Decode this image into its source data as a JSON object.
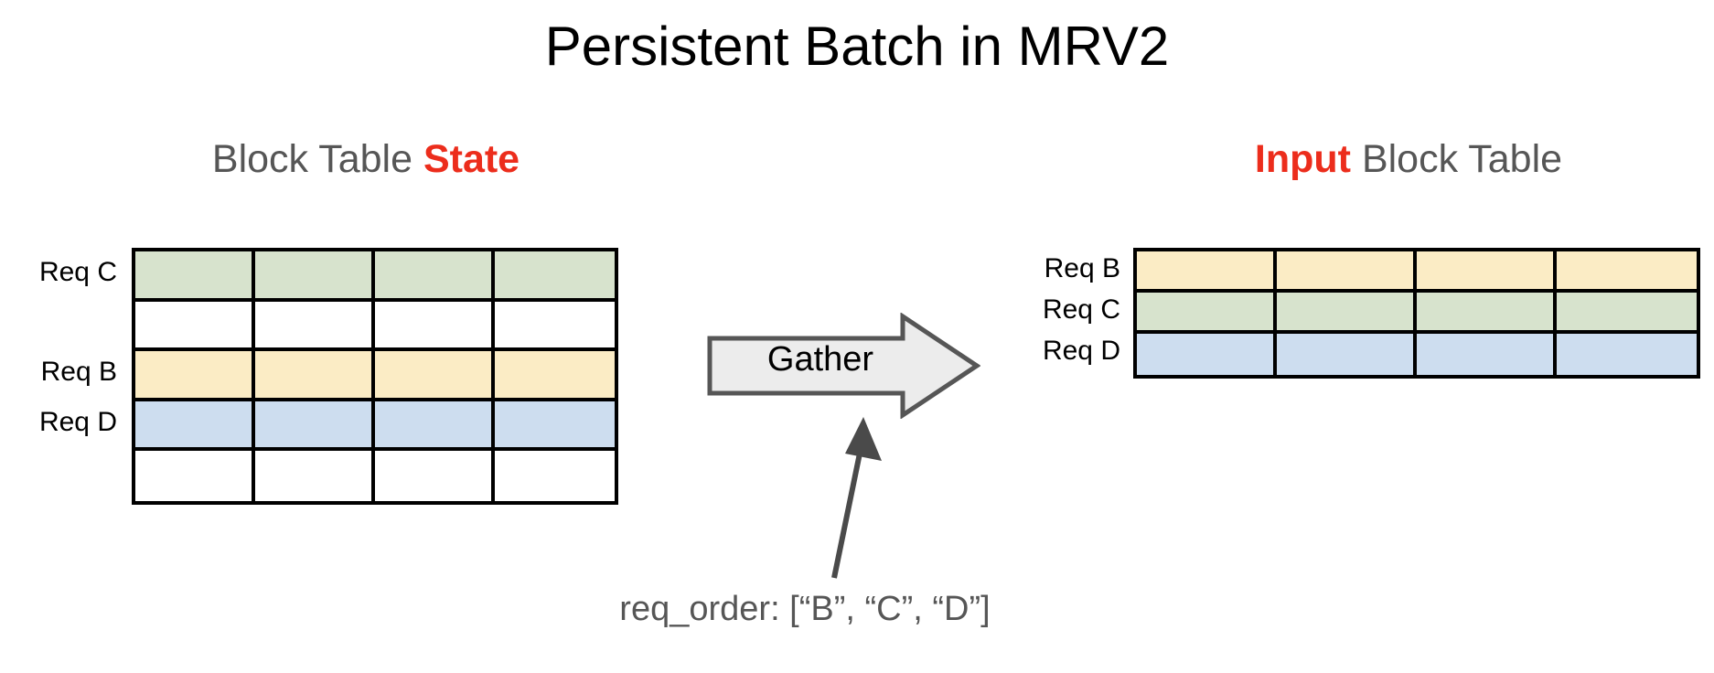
{
  "slide": {
    "title": "Persistent Batch in MRV2"
  },
  "left_panel": {
    "heading_prefix": "Block Table ",
    "heading_accent": "State",
    "accent_color": "#ec2d1c",
    "heading_color": "#565656",
    "columns": 4,
    "rows": [
      {
        "label": "Req C",
        "color": "#d7e3cd",
        "color_name": "green"
      },
      {
        "label": "",
        "color": "#ffffff",
        "color_name": "white"
      },
      {
        "label": "Req B",
        "color": "#fbecc5",
        "color_name": "yellow"
      },
      {
        "label": "Req D",
        "color": "#cdddef",
        "color_name": "blue"
      },
      {
        "label": "",
        "color": "#ffffff",
        "color_name": "white"
      }
    ]
  },
  "middle": {
    "gather_label": "Gather",
    "arrow_fill": "#ececec",
    "arrow_stroke": "#565656",
    "annotation_arrow_color": "#4a4a4a"
  },
  "right_panel": {
    "heading_prefix": "Input",
    "heading_suffix": " Block Table",
    "accent_color": "#ec2d1c",
    "heading_color": "#565656",
    "columns": 4,
    "rows": [
      {
        "label": "Req B",
        "color": "#fbecc5",
        "color_name": "yellow"
      },
      {
        "label": "Req C",
        "color": "#d7e3cd",
        "color_name": "green"
      },
      {
        "label": "Req D",
        "color": "#cdddef",
        "color_name": "blue"
      }
    ]
  },
  "caption": {
    "text": "req_order: [“B”, “C”, “D”]",
    "color": "#565656"
  }
}
